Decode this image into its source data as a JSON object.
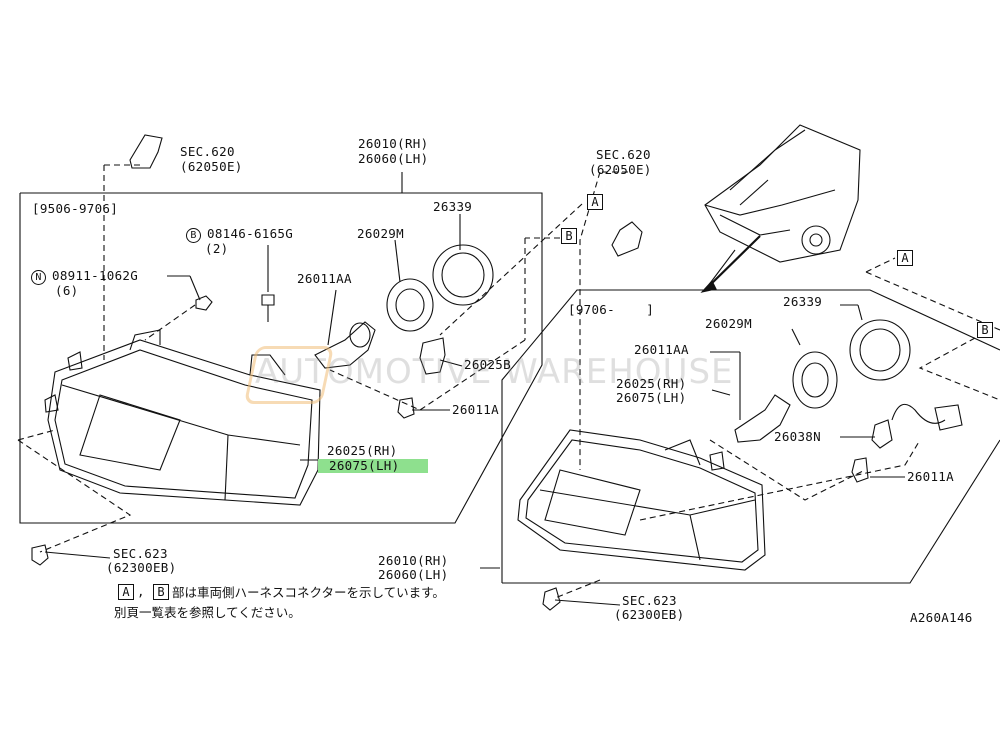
{
  "left": {
    "date_range": "[9506-9706]",
    "sec620_top": "SEC.620",
    "sec620_top_sub": "(62050E)",
    "assy_rh": "26010(RH)",
    "assy_lh": "26060(LH)",
    "bolt": "08146-6165G",
    "bolt_qty": "(2)",
    "bolt_marker": "B",
    "nut": "08911-1062G",
    "nut_qty": "(6)",
    "nut_marker": "N",
    "p26339": "26339",
    "p26029m": "26029M",
    "p26011aa": "26011AA",
    "p26025b": "26025B",
    "p26011a": "26011A",
    "lens_rh": "26025(RH)",
    "lens_lh": "26075(LH)",
    "sec623": "SEC.623",
    "sec623_sub": "(62300EB)",
    "ref_a": "A",
    "ref_b": "B"
  },
  "right": {
    "date_range": "[9706-    ]",
    "sec620": "SEC.620",
    "sec620_sub": "(62050E)",
    "p26339": "26339",
    "p26029m": "26029M",
    "p26011aa": "26011AA",
    "lens_rh": "26025(RH)",
    "lens_lh": "26075(LH)",
    "p26038n": "26038N",
    "p26011a": "26011A",
    "assy_rh": "26010(RH)",
    "assy_lh": "26060(LH)",
    "sec623": "SEC.623",
    "sec623_sub": "(62300EB)",
    "ref_a": "A",
    "ref_b": "B"
  },
  "legend": {
    "box_a": "A",
    "box_b": "B",
    "line1": "部は車両側ハーネスコネクターを示しています。",
    "line2": "別頁一覧表を参照してください。"
  },
  "watermark": "AUTOMOTIVE WAREHOUSE",
  "figure_code": "A260A146"
}
